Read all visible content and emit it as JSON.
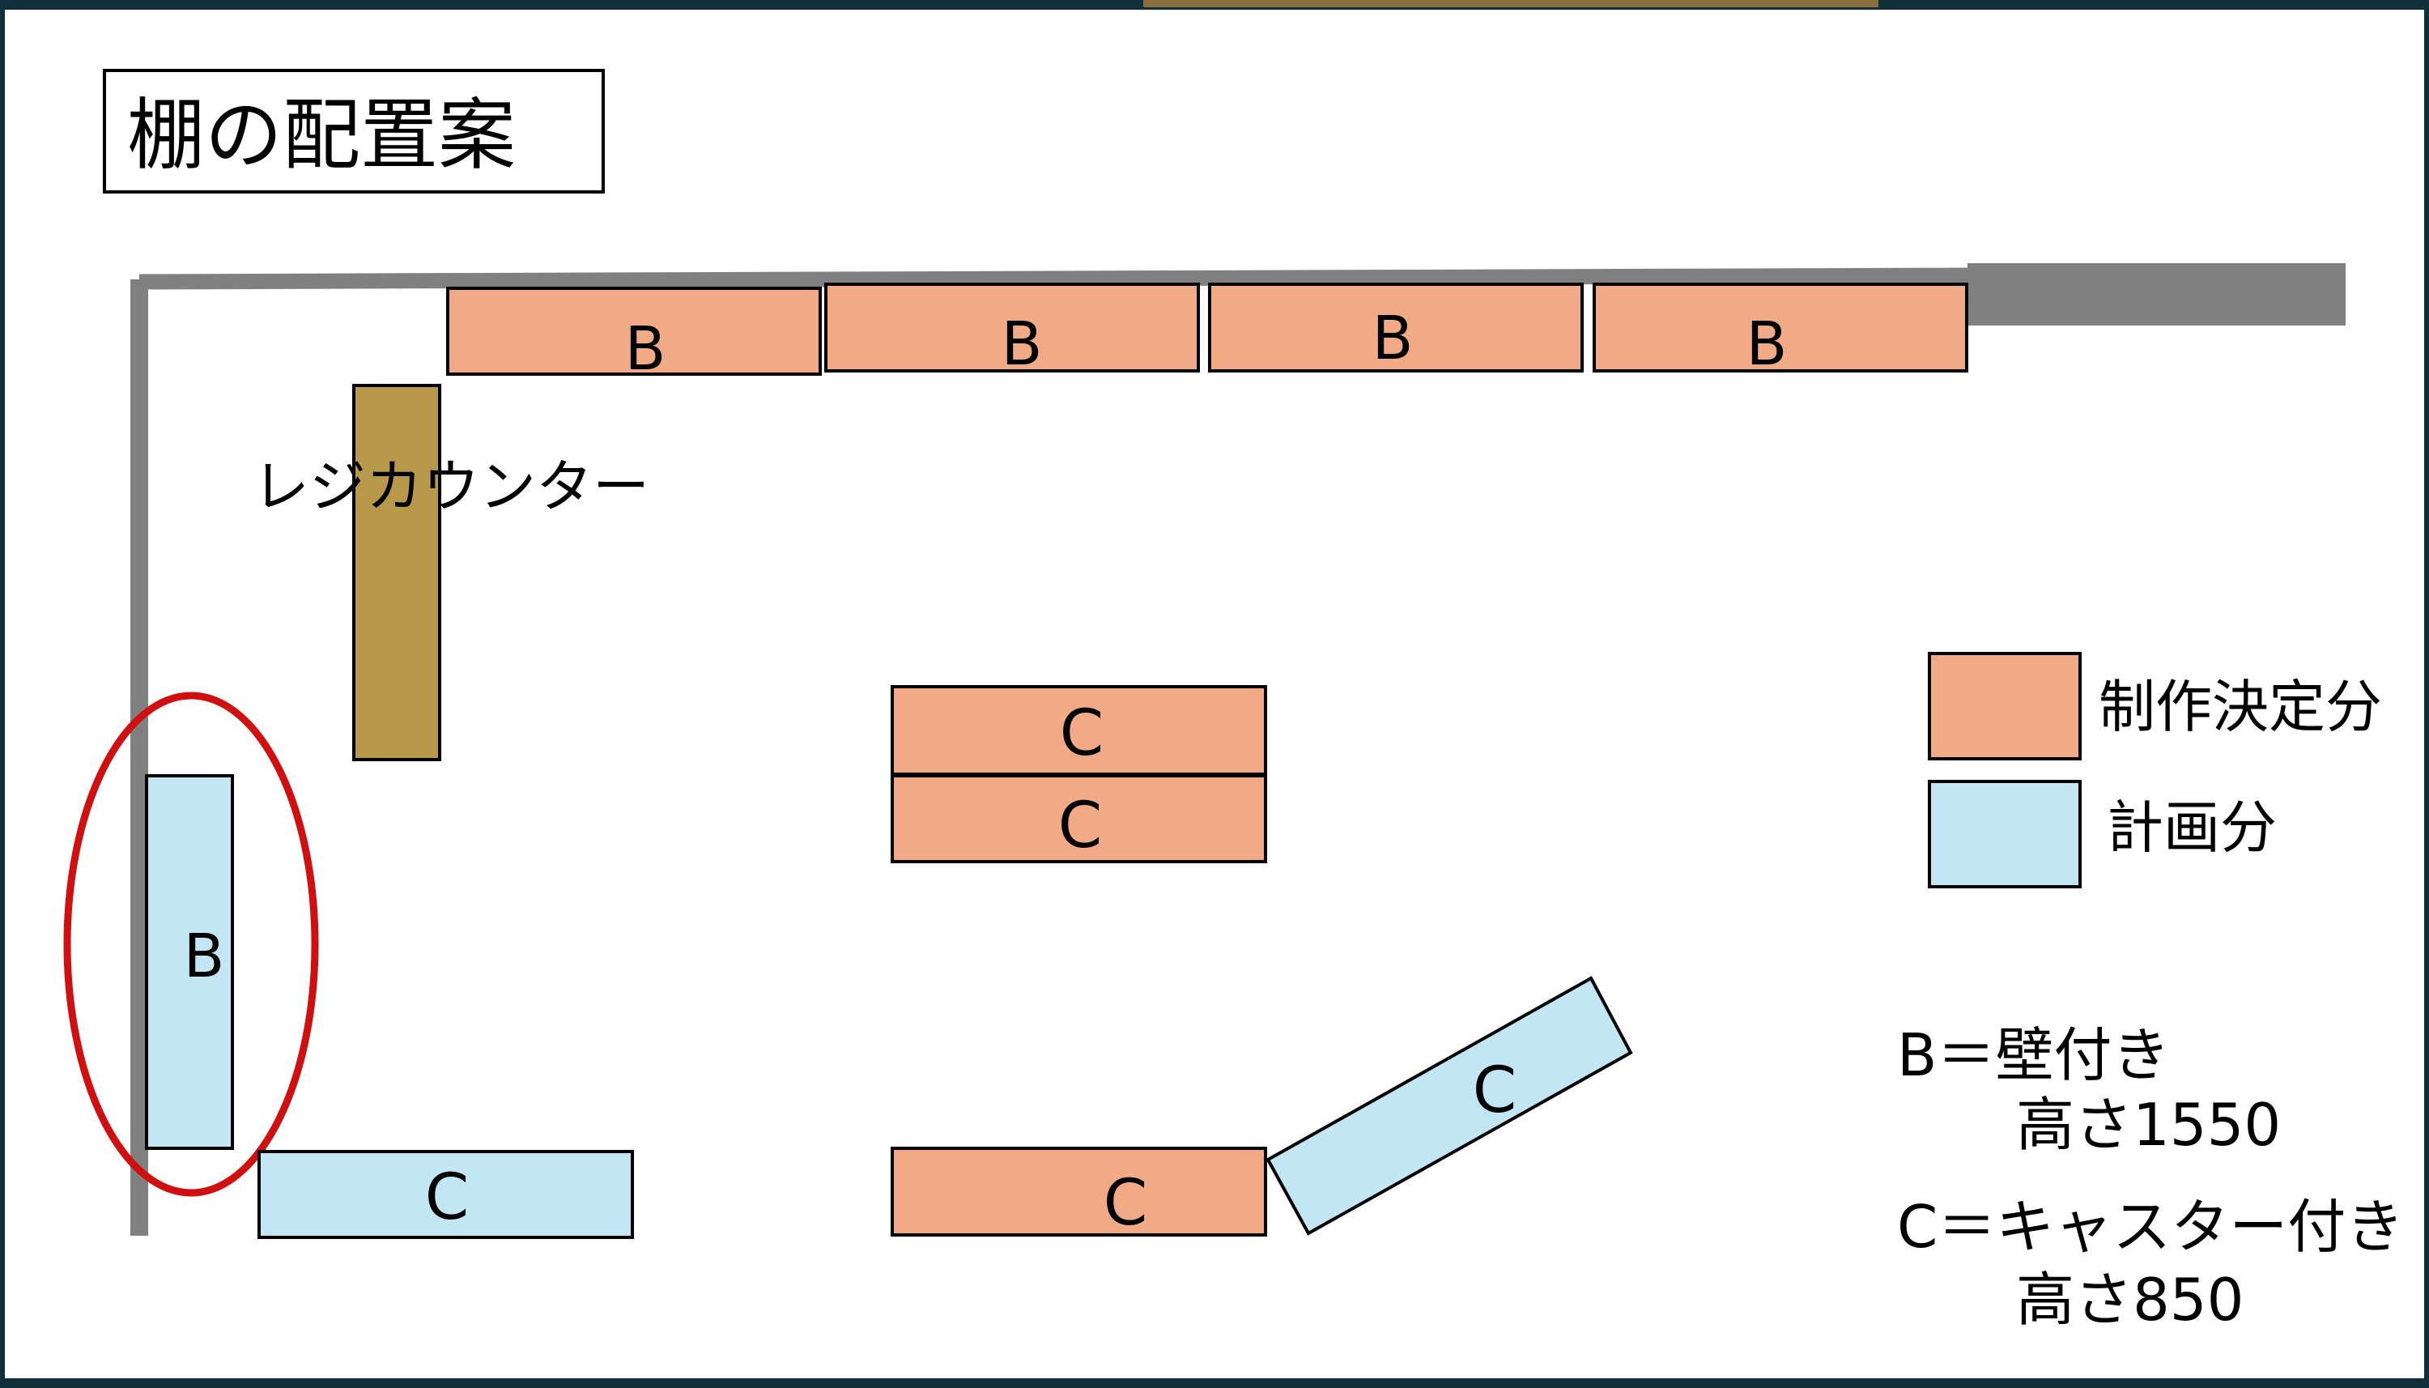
{
  "title": "棚の配置案",
  "counter_label": "レジカウンター",
  "shelf_letters": {
    "b": "B",
    "c": "C"
  },
  "legend": {
    "decided_label": "制作決定分",
    "planned_label": "計画分",
    "b_definition": "B＝壁付き",
    "b_height": "高さ1550",
    "c_definition": "C＝キャスター付き",
    "c_height": "高さ850"
  },
  "colors": {
    "decided": "#f0aa86",
    "planned": "#c3e6f5",
    "counter": "#b8994c",
    "wall": "#808080",
    "highlight": "#d01010",
    "background": "#ffffff",
    "frame": "#0f2f3a"
  }
}
